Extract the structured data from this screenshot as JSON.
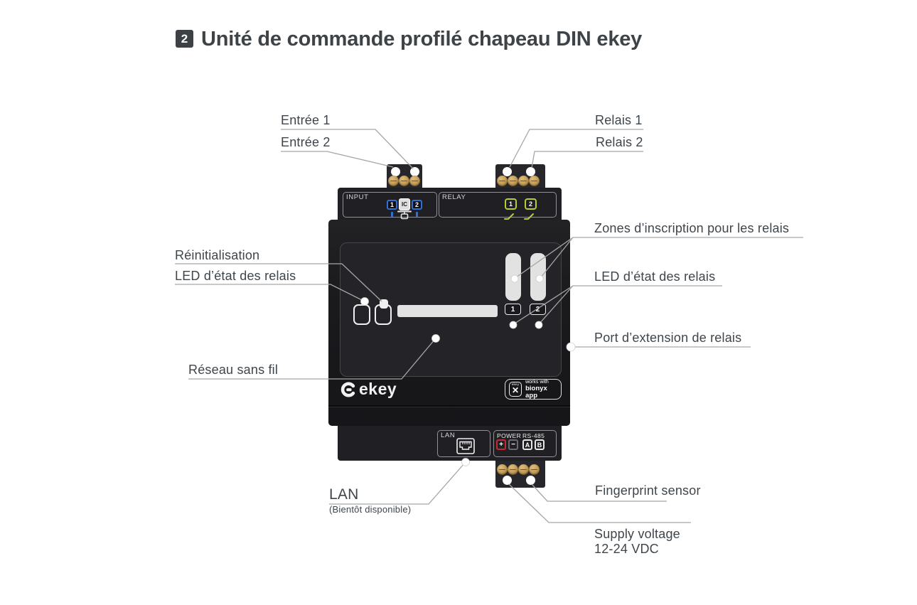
{
  "title": {
    "badge": "2",
    "text": "Unité de commande profilé chapeau DIN ekey"
  },
  "callouts": {
    "entree1": "Entrée 1",
    "entree2": "Entrée 2",
    "relais1": "Relais 1",
    "relais2": "Relais 2",
    "zones_inscription": "Zones d’inscription pour les relais",
    "led_relais_left": "LED d’état des relais",
    "led_relais_right": "LED d’état des relais",
    "reinitialisation": "Réinitialisation",
    "reseau_sans_fil": "Réseau sans fil",
    "port_extension": "Port d’extension de relais",
    "lan": "LAN",
    "lan_sub": "(Bientôt disponible)",
    "fingerprint": "Fingerprint sensor",
    "supply_line1": "Supply voltage",
    "supply_line2": "12-24 VDC"
  },
  "device": {
    "input_label": "INPUT",
    "relay_label": "RELAY",
    "input_terminals": [
      "1",
      "IC",
      "2"
    ],
    "relay_terminals": [
      "1",
      "2"
    ],
    "zone_numbers": [
      "1",
      "2"
    ],
    "lan_label": "LAN",
    "power_label": "POWER",
    "rs485_label": "RS-485",
    "power_terminals": [
      "+",
      "−",
      "A",
      "B"
    ],
    "brand": "ekey",
    "badge": {
      "icon_brand": "ekey",
      "icon_x": "✕",
      "line1": "works with",
      "line2": "bionyx app"
    }
  },
  "colors": {
    "input_blue": "#2f6fd6",
    "relay_green": "#b9cb35",
    "power_red": "#c32b30",
    "label_gray": "#3e454b",
    "line_gray": "#a6a6a6"
  }
}
